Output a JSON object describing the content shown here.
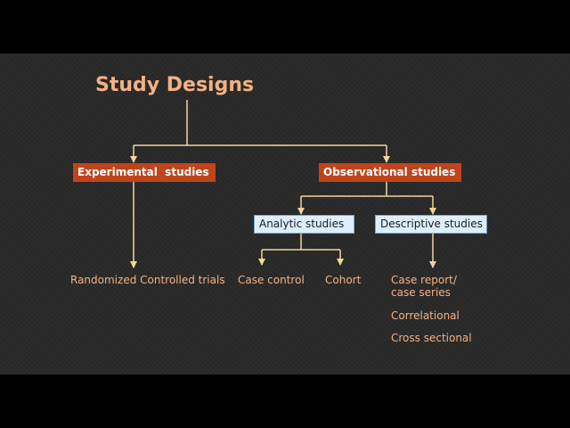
{
  "title": "Study Designs",
  "nodes": {
    "experimental": "Experimental  studies",
    "observational": "Observational studies",
    "analytic": "Analytic studies",
    "descriptive": "Descriptive studies"
  },
  "leaves": {
    "rct": "Randomized Controlled trials",
    "case_control": "Case control",
    "cohort": "Cohort",
    "case_report_line1": "Case report/",
    "case_report_line2": "case series",
    "correlational": "Correlational",
    "cross_sectional": "Cross sectional"
  },
  "colors": {
    "title": "#f4b183",
    "primary_box_fill": "#c0441b",
    "secondary_box_fill": "#ddeeff",
    "leaf_text": "#f4b183",
    "connector": "#f0d69c"
  }
}
